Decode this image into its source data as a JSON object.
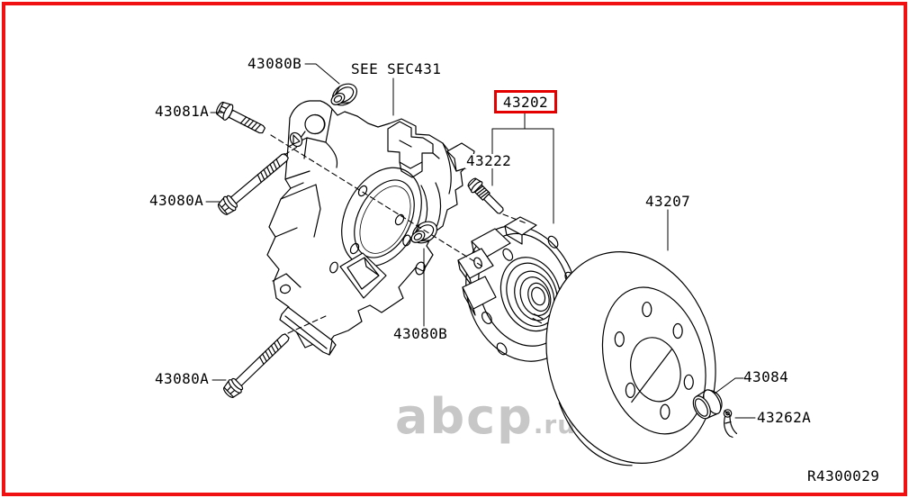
{
  "diagram": {
    "type": "exploded-parts-diagram",
    "highlighted_part": "43202",
    "labels": {
      "grommet_top": "43080B",
      "see_section": "SEE SEC431",
      "bolt_upper": "43081A",
      "bolt_mid": "43080A",
      "hub": "43202",
      "stud": "43222",
      "rotor": "43207",
      "grommet_mid": "43080B",
      "bolt_lower": "43080A",
      "cap": "43084",
      "pin": "43262A"
    },
    "ref_code": "R4300029",
    "watermark": {
      "main": "abcp",
      "suffix": ".ru"
    },
    "colors": {
      "highlight_box": "#e50000",
      "frame_border": "#f01212",
      "line_art": "#000000",
      "watermark": "#c7c7c7"
    }
  }
}
